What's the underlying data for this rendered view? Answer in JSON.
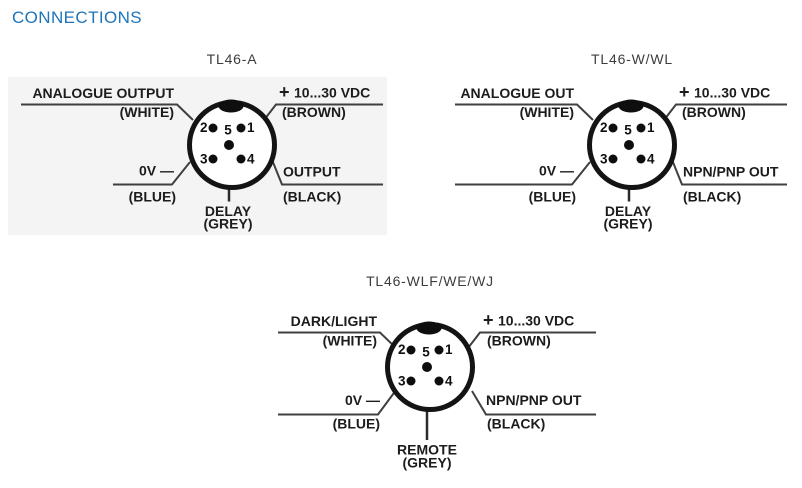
{
  "page": {
    "heading": "CONNECTIONS"
  },
  "colors": {
    "heading_blue": "#1e74b9",
    "label_text": "#1c1c1c",
    "wire_line": "#3f3f3f",
    "connector_black": "#0e0e0e",
    "panel_grey": "#f4f4f4"
  },
  "diagrams": [
    {
      "title": "TL46-A",
      "top_left": {
        "label": "ANALOGUE OUTPUT",
        "wire": "(WHITE)"
      },
      "top_right": {
        "plus": "+",
        "label": "10...30 VDC",
        "wire": "(BROWN)"
      },
      "bottom_left": {
        "label": "0V —",
        "wire": "(BLUE)"
      },
      "bottom_right": {
        "label": "OUTPUT",
        "wire": "(BLACK)"
      },
      "bottom_center": {
        "label": "DELAY",
        "wire": "(GREY)"
      },
      "pins": {
        "p1": "1",
        "p2": "2",
        "p3": "3",
        "p4": "4",
        "p5": "5"
      }
    },
    {
      "title": "TL46-W/WL",
      "top_left": {
        "label": "ANALOGUE OUT",
        "wire": "(WHITE)"
      },
      "top_right": {
        "plus": "+",
        "label": "10...30 VDC",
        "wire": "(BROWN)"
      },
      "bottom_left": {
        "label": "0V —",
        "wire": "(BLUE)"
      },
      "bottom_right": {
        "label": "NPN/PNP OUT",
        "wire": "(BLACK)"
      },
      "bottom_center": {
        "label": "DELAY",
        "wire": "(GREY)"
      },
      "pins": {
        "p1": "1",
        "p2": "2",
        "p3": "3",
        "p4": "4",
        "p5": "5"
      }
    },
    {
      "title": "TL46-WLF/WE/WJ",
      "top_left": {
        "label": "DARK/LIGHT",
        "wire": "(WHITE)"
      },
      "top_right": {
        "plus": "+",
        "label": "10...30 VDC",
        "wire": "(BROWN)"
      },
      "bottom_left": {
        "label": "0V —",
        "wire": "(BLUE)"
      },
      "bottom_right": {
        "label": "NPN/PNP OUT",
        "wire": "(BLACK)"
      },
      "bottom_center": {
        "label": "REMOTE",
        "wire": "(GREY)"
      },
      "pins": {
        "p1": "1",
        "p2": "2",
        "p3": "3",
        "p4": "4",
        "p5": "5"
      }
    }
  ]
}
